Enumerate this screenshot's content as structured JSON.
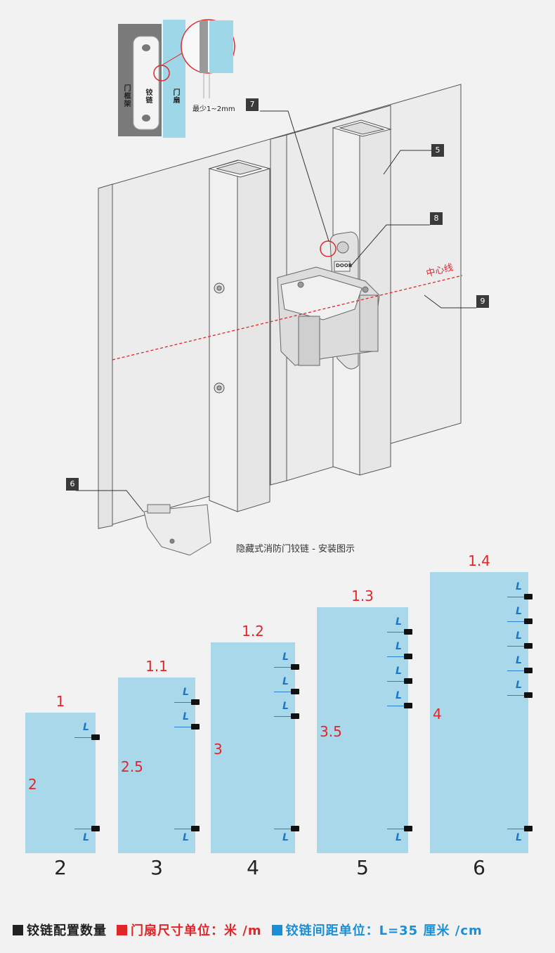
{
  "inset": {
    "frame_label": "门框架",
    "hinge_label": "铰链",
    "leaf_label": "门扇",
    "gap_note": "最少1~2mm"
  },
  "callouts": [
    "5",
    "6",
    "7",
    "8",
    "9"
  ],
  "centerline_label": "中心线",
  "hinge_brand": "DOOR",
  "caption": "隐藏式消防门铰链 - 安装图示",
  "doors": [
    {
      "width": "1",
      "height": "2",
      "count": "2",
      "hinges": 2
    },
    {
      "width": "1.1",
      "height": "2.5",
      "count": "3",
      "hinges": 3
    },
    {
      "width": "1.2",
      "height": "3",
      "count": "4",
      "hinges": 4
    },
    {
      "width": "1.3",
      "height": "3.5",
      "count": "5",
      "hinges": 5
    },
    {
      "width": "1.4",
      "height": "4",
      "count": "6",
      "hinges": 6
    }
  ],
  "l_mark": "L",
  "legend": {
    "count_label": "铰链配置数量",
    "size_label": "门扇尺寸单位：米 /m",
    "spacing_label": "铰链间距单位：L=35 厘米 /cm",
    "colors": {
      "count": "#222222",
      "size": "#e0262b",
      "spacing": "#1a8fd6"
    }
  }
}
